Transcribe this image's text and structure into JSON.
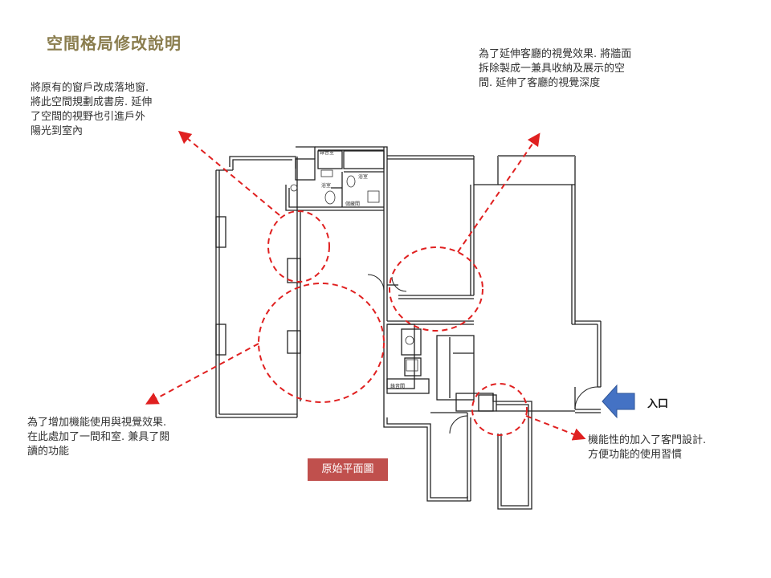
{
  "title": "空間格局修改說明",
  "notes": {
    "window": "將原有的窗戶改成落地窗.\n將此空間規劃成書房. 延伸\n了空間的視野也引進戶外\n陽光到室內",
    "living": "為了延伸客廳的視覺效果. 將牆面\n拆除製成一兼具收納及展示的空\n間. 延伸了客廳的視覺深度",
    "washitsu": "為了增加機能使用與視覺效果.\n在此處加了一間和室. 兼具了閱\n讀的功能",
    "door": "機能性的加入了客門設計.\n方便功能的使用習慣"
  },
  "caption": "原始平面圖",
  "entrance": "入口",
  "room_labels": {
    "laundry": "錄音室",
    "bath1": "浴室",
    "bath2": "浴室",
    "storage": "儲藏間",
    "closet": "錄音間"
  },
  "colors": {
    "annotation": "#e02020",
    "caption_bg": "#c0504d",
    "entrance_arrow": "#4472c4",
    "title": "#8a7d4e"
  }
}
